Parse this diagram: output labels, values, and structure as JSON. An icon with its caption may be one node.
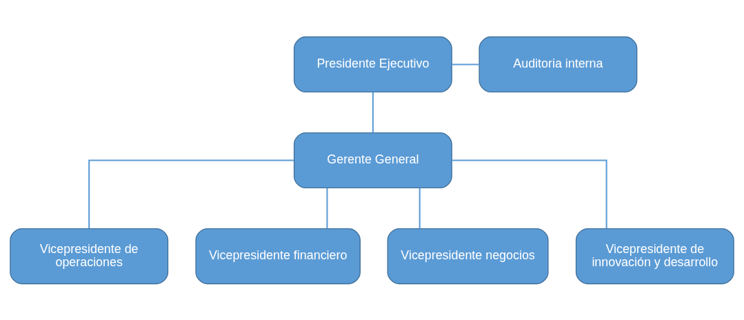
{
  "diagram": {
    "nodes": [
      {
        "text": [
          "Presidente Ejecutivo"
        ]
      },
      {
        "text": [
          "Auditoria interna"
        ]
      },
      {
        "text": [
          "Gerente General"
        ]
      },
      {
        "text": [
          "Vicepresidente de operaciones"
        ]
      },
      {
        "text": [
          "Vicepresidente financiero"
        ]
      },
      {
        "text": [
          "Vicepresidente negocios"
        ]
      },
      {
        "text": [
          "Vicepresidente de innovación y desarrollo"
        ]
      }
    ],
    "edges": [
      {
        "from": 0,
        "to": 2,
        "arrow": "none"
      },
      {
        "from": 0,
        "to": 1,
        "arrow": "none"
      },
      {
        "from": 2,
        "to": 3,
        "arrow": "none"
      },
      {
        "from": 2,
        "to": 4,
        "arrow": "none"
      },
      {
        "from": 2,
        "to": 5,
        "arrow": "none"
      },
      {
        "from": 2,
        "to": 6,
        "arrow": "none"
      }
    ]
  }
}
